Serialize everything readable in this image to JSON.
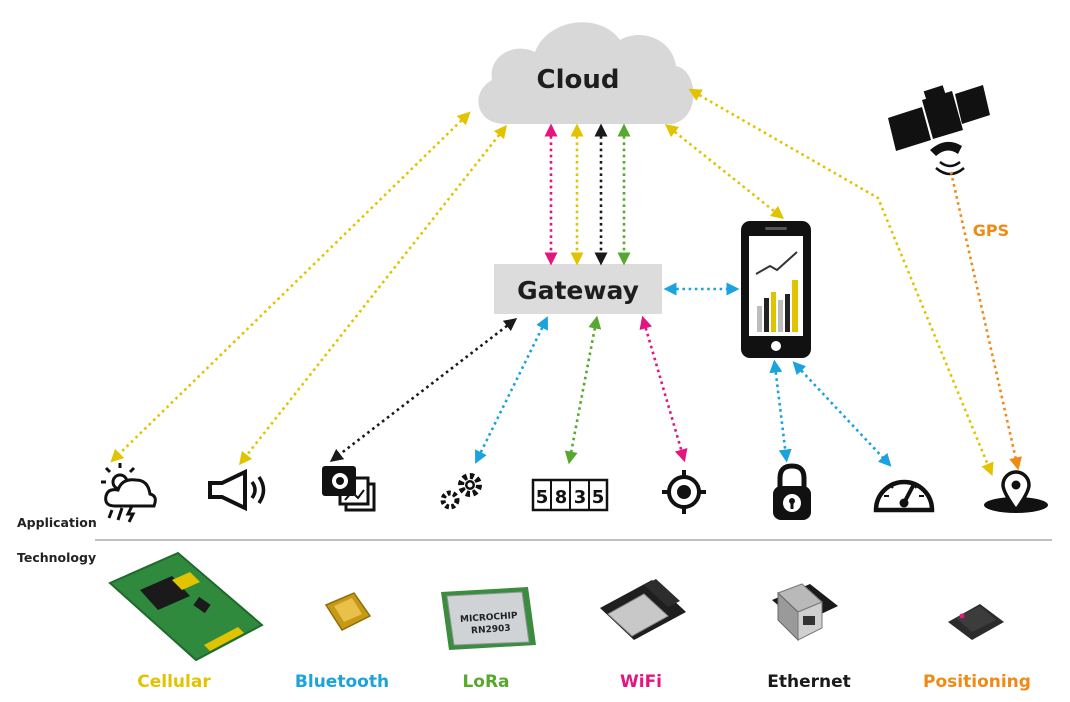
{
  "nodes": {
    "cloud": "Cloud",
    "gateway": "Gateway"
  },
  "gps_label": "GPS",
  "side_labels": {
    "application": "Application",
    "technology": "Technology"
  },
  "colors": {
    "cellular": "#e2c300",
    "bluetooth": "#1aa3de",
    "lora": "#58a72f",
    "wifi": "#e4157f",
    "ethernet": "#1a1a1a",
    "positioning": "#f08a17",
    "cloud_fill": "#d8d8d8",
    "gateway_fill": "#dcdcdc"
  },
  "applications": [
    {
      "icon": "weather-icon"
    },
    {
      "icon": "megaphone-icon"
    },
    {
      "icon": "camera-photos-icon"
    },
    {
      "icon": "gears-icon"
    },
    {
      "icon": "counter-icon",
      "digits": "5835"
    },
    {
      "icon": "target-icon"
    },
    {
      "icon": "padlock-icon"
    },
    {
      "icon": "gauge-icon"
    },
    {
      "icon": "location-pin-icon"
    }
  ],
  "technologies": [
    {
      "label": "Cellular",
      "color": "#e2c300",
      "module": "cellular-module-image"
    },
    {
      "label": "Bluetooth",
      "color": "#1aa3de",
      "module": "bluetooth-module-image"
    },
    {
      "label": "LoRa",
      "color": "#58a72f",
      "module": "lora-module-image",
      "chip_brand": "MICROCHIP",
      "chip_model": "RN2903"
    },
    {
      "label": "WiFi",
      "color": "#e4157f",
      "module": "wifi-module-image"
    },
    {
      "label": "Ethernet",
      "color": "#1a1a1a",
      "module": "ethernet-module-image"
    },
    {
      "label": "Positioning",
      "color": "#f08a17",
      "module": "positioning-module-image"
    }
  ]
}
